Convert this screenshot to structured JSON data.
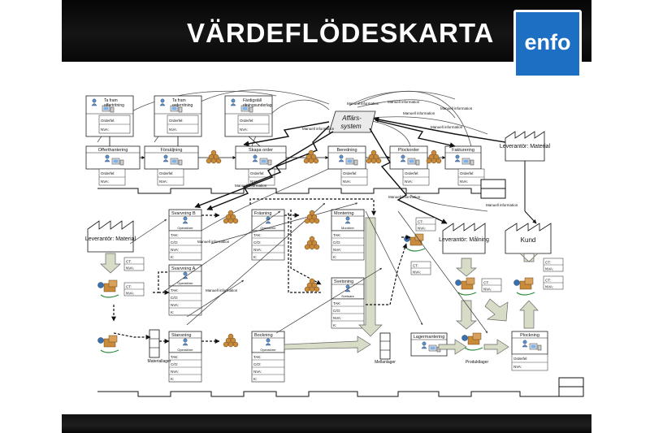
{
  "slide": {
    "title": "VÄRDEFLÖDESKARTA",
    "logo_text": "enfo",
    "logo_color": "#1d6fc4"
  },
  "labels": {
    "manual_info": "Manuell information",
    "operator": "Operatörer",
    "affars_1": "Affärs-",
    "affars_2": "system"
  },
  "data_fields": {
    "orderfel": "Orderfel:",
    "nva": "NVA:",
    "ct": "CT:",
    "tak": "TAK:",
    "co": "C/O:",
    "k": "K:"
  },
  "process_boxes": [
    {
      "id": "ta-fram-offert",
      "title_1": "Ta fram",
      "title_2": "offertritning"
    },
    {
      "id": "ta-fram-order",
      "title_1": "Ta fram",
      "title_2": "orderritning"
    },
    {
      "id": "fardigstall",
      "title_1": "Färdigställ",
      "title_2": "ritningsunderlag"
    },
    {
      "id": "offerthantering",
      "title_1": "Offerthantering"
    },
    {
      "id": "forsaljning",
      "title_1": "Försäljning"
    },
    {
      "id": "skapa-order",
      "title_1": "Skapa order"
    },
    {
      "id": "beredning",
      "title_1": "Beredning"
    },
    {
      "id": "plockorder",
      "title_1": "Plockorder"
    },
    {
      "id": "fakturering",
      "title_1": "Fakturering"
    },
    {
      "id": "svarvning-b",
      "title_1": "Svarvning B"
    },
    {
      "id": "frasning",
      "title_1": "Fräsning"
    },
    {
      "id": "montering",
      "title_1": "Montering"
    },
    {
      "id": "svarvning-a",
      "title_1": "Svarvning A"
    },
    {
      "id": "svetsning",
      "title_1": "Svetsning",
      "operator": "Svetsare"
    },
    {
      "id": "stansning",
      "title_1": "Stansning"
    },
    {
      "id": "bockning",
      "title_1": "Bockning"
    },
    {
      "id": "lagermantering",
      "title_1": "Lagermantering"
    },
    {
      "id": "plockning",
      "title_1": "Plockning"
    }
  ],
  "montering_operator": "Montörer",
  "parties": {
    "leverantor_material_top": "Leverantör: Material",
    "leverantor_material_left": "Leverantör: Material",
    "leverantor_malning": "Leverantör: Målning",
    "kund": "Kund"
  },
  "storage": {
    "materiallager": "Materiallager",
    "mellanlager": "Mellanlager",
    "produktlager": "Produktlager"
  },
  "colors": {
    "push_arrow": "#d7dcc7",
    "truck": "#3a6fb0",
    "inventory": "#c98a3a"
  }
}
